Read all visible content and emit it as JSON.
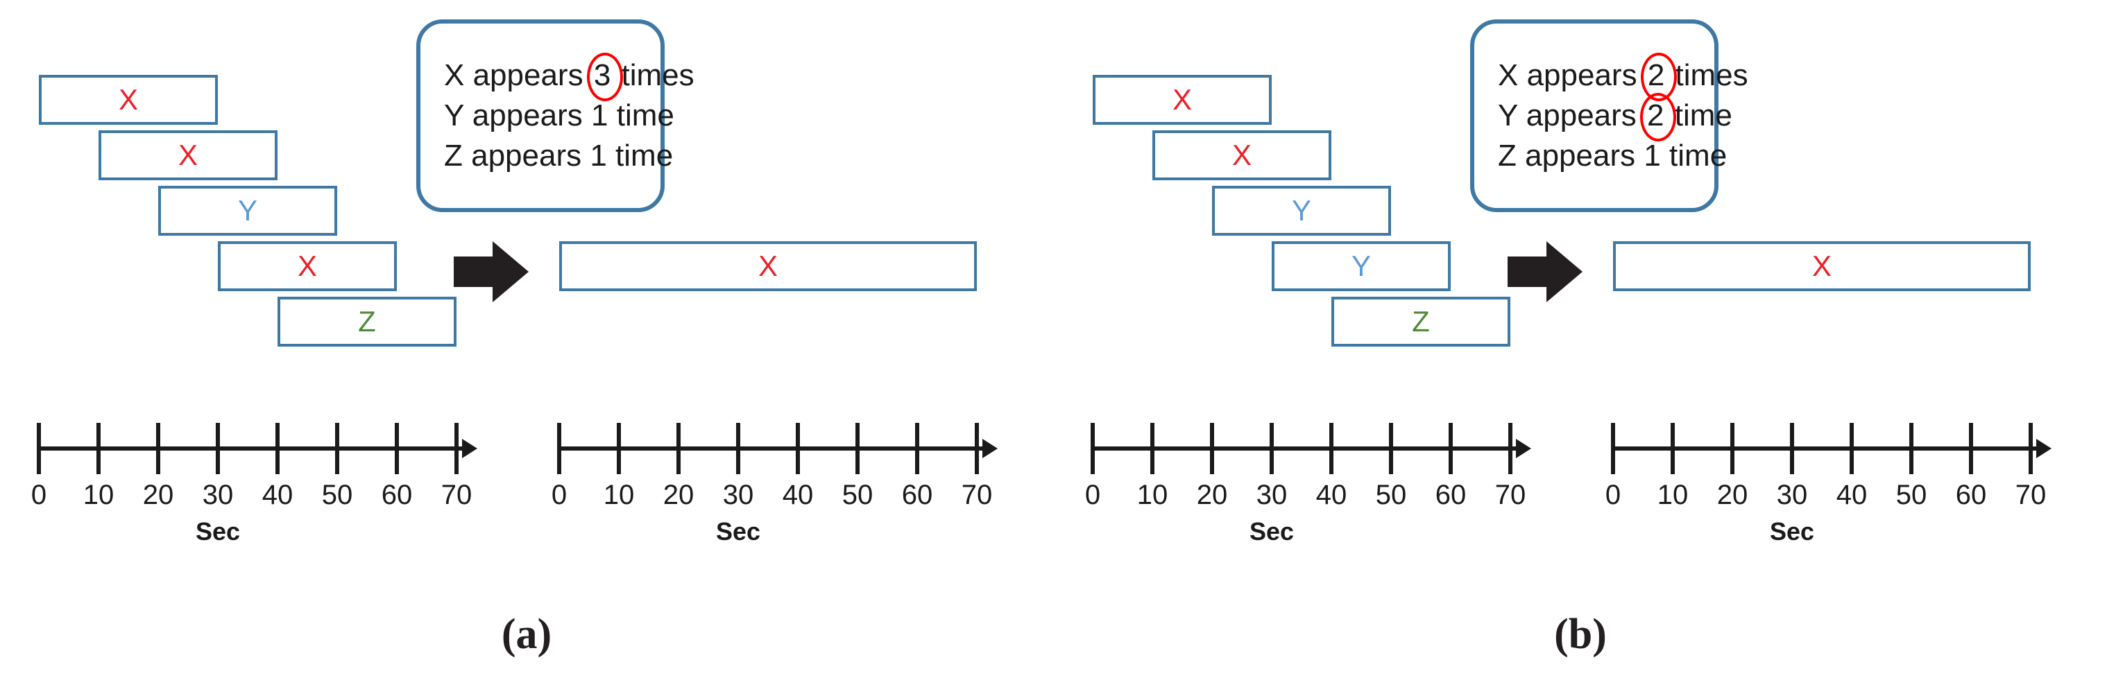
{
  "figure": {
    "axis": {
      "caption": "Sec",
      "ticks": [
        0,
        10,
        20,
        30,
        40,
        50,
        60,
        70
      ],
      "tick_labels": [
        "0",
        "10",
        "20",
        "30",
        "40",
        "50",
        "60",
        "70"
      ],
      "min": 0,
      "max": 70,
      "step": 10
    },
    "colors": {
      "bar_border": "#3E78A4",
      "callout_border": "#3E78A4",
      "label_X": "#EC2027",
      "label_Y": "#5B9BD5",
      "label_Z": "#4F8A3D",
      "axis": "#1A1A1A",
      "arrow": "#231F20",
      "circle_highlight": "#FF0000"
    },
    "arrow_icon": "right-block-arrow"
  },
  "panels": [
    {
      "caption": "(a)",
      "input_bars": [
        {
          "label": "X",
          "color_key": "label_X",
          "start": 0,
          "end": 30
        },
        {
          "label": "X",
          "color_key": "label_X",
          "start": 10,
          "end": 40
        },
        {
          "label": "Y",
          "color_key": "label_Y",
          "start": 20,
          "end": 50
        },
        {
          "label": "X",
          "color_key": "label_X",
          "start": 30,
          "end": 60
        },
        {
          "label": "Z",
          "color_key": "label_Z",
          "start": 40,
          "end": 70
        }
      ],
      "callout": {
        "lines": [
          {
            "prefix": "X appears ",
            "count": "3",
            "suffix": " times",
            "highlighted": true
          },
          {
            "prefix": "Y appears ",
            "count": "1",
            "suffix": " time",
            "highlighted": false
          },
          {
            "prefix": "Z appears ",
            "count": "1",
            "suffix": " time",
            "highlighted": false
          }
        ]
      },
      "output_bar": {
        "label": "X",
        "color_key": "label_X",
        "start": 0,
        "end": 70
      }
    },
    {
      "caption": "(b)",
      "input_bars": [
        {
          "label": "X",
          "color_key": "label_X",
          "start": 0,
          "end": 30
        },
        {
          "label": "X",
          "color_key": "label_X",
          "start": 10,
          "end": 40
        },
        {
          "label": "Y",
          "color_key": "label_Y",
          "start": 20,
          "end": 50
        },
        {
          "label": "Y",
          "color_key": "label_Y",
          "start": 30,
          "end": 60
        },
        {
          "label": "Z",
          "color_key": "label_Z",
          "start": 40,
          "end": 70
        }
      ],
      "callout": {
        "lines": [
          {
            "prefix": "X appears ",
            "count": "2",
            "suffix": " times",
            "highlighted": true
          },
          {
            "prefix": "Y appears ",
            "count": "2",
            "suffix": " time",
            "highlighted": true
          },
          {
            "prefix": "Z appears ",
            "count": "1",
            "suffix": " time",
            "highlighted": false
          }
        ]
      },
      "output_bar": {
        "label": "X",
        "color_key": "label_X",
        "start": 0,
        "end": 70
      }
    }
  ]
}
